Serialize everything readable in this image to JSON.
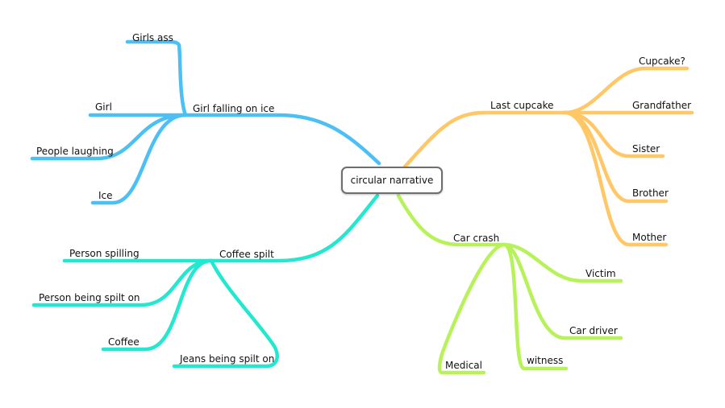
{
  "center": {
    "label": "circular narrative"
  },
  "colors": {
    "blue": "#4cc0f5",
    "orange": "#ffc766",
    "cyan": "#22e8cf",
    "green": "#b8f25a"
  },
  "branches": {
    "girl_ice": {
      "label": "Girl falling on ice",
      "children": [
        "Girls ass",
        "Girl",
        "People laughing",
        "Ice"
      ]
    },
    "cupcake": {
      "label": "Last cupcake",
      "children": [
        "Cupcake?",
        "Grandfather",
        "Sister",
        "Brother",
        "Mother"
      ]
    },
    "coffee": {
      "label": "Coffee spilt",
      "children": [
        "Person spilling",
        "Person being spilt on",
        "Coffee",
        "Jeans being spilt on"
      ]
    },
    "car": {
      "label": "Car crash",
      "children": [
        "Victim",
        "Car driver",
        "witness",
        "Medical"
      ]
    }
  }
}
